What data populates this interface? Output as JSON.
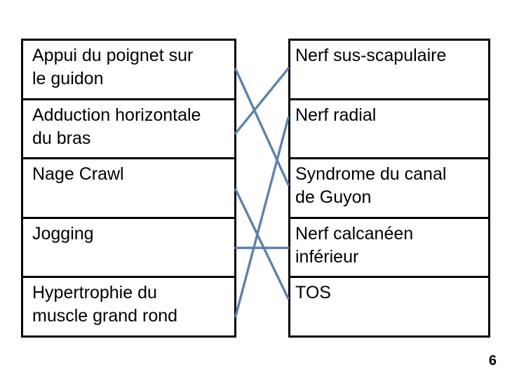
{
  "left_table": {
    "rows": [
      "Appui du poignet sur\nle guidon",
      "Adduction horizontale\ndu bras",
      "Nage Crawl",
      "Jogging",
      "Hypertrophie du\nmuscle grand rond"
    ]
  },
  "right_table": {
    "rows": [
      "Nerf sus-scapulaire",
      "Nerf radial",
      "Syndrome du canal\nde Guyon",
      "Nerf calcanéen\ninférieur",
      "TOS"
    ]
  },
  "connections": [
    {
      "from": 1,
      "to": 3
    },
    {
      "from": 2,
      "to": 1
    },
    {
      "from": 3,
      "to": 5
    },
    {
      "from": 4,
      "to": 4
    },
    {
      "from": 5,
      "to": 2
    }
  ],
  "page_number": "6",
  "colors": {
    "connector": "#5b82ad",
    "table_border": "#000000",
    "text": "#000000",
    "background": "#ffffff"
  }
}
